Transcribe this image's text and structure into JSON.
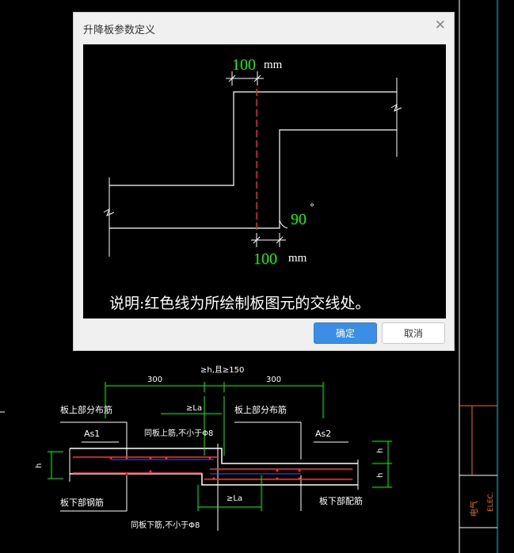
{
  "dialog": {
    "title": "升降板参数定义",
    "close_icon": "close-icon",
    "ok_label": "确定",
    "cancel_label": "取消"
  },
  "preview": {
    "top_offset_value": "100",
    "top_offset_unit": "mm",
    "bottom_offset_value": "100",
    "bottom_offset_unit": "mm",
    "angle_value": "90",
    "angle_unit": "°",
    "note": "说明:红色线为所绘制板图元的交线处。",
    "colors": {
      "line": "#ffffff",
      "intersection": "#ff2020",
      "value": "#00ff00"
    }
  },
  "background": {
    "dim_h_label": "≥h,且≥150",
    "dim_300_left": "300",
    "dim_300_right": "300",
    "la_top": "≥La",
    "la_bottom": "≥La",
    "label_top_left": "板上部分布筋",
    "label_top_right": "板上部分布筋",
    "label_as1": "As1",
    "label_as2": "As2",
    "label_same_top": "同板上筋,不小于Φ8",
    "label_same_bottom": "同板下筋,不小于Φ8",
    "label_bottom_left": "板下部钢筋",
    "label_bottom_right": "板下部配筋",
    "label_h_left": "h",
    "label_h_right_1": "h",
    "label_h_right_2": "h",
    "title_block_text": "电气",
    "title_block_text_en": "ELEC."
  }
}
